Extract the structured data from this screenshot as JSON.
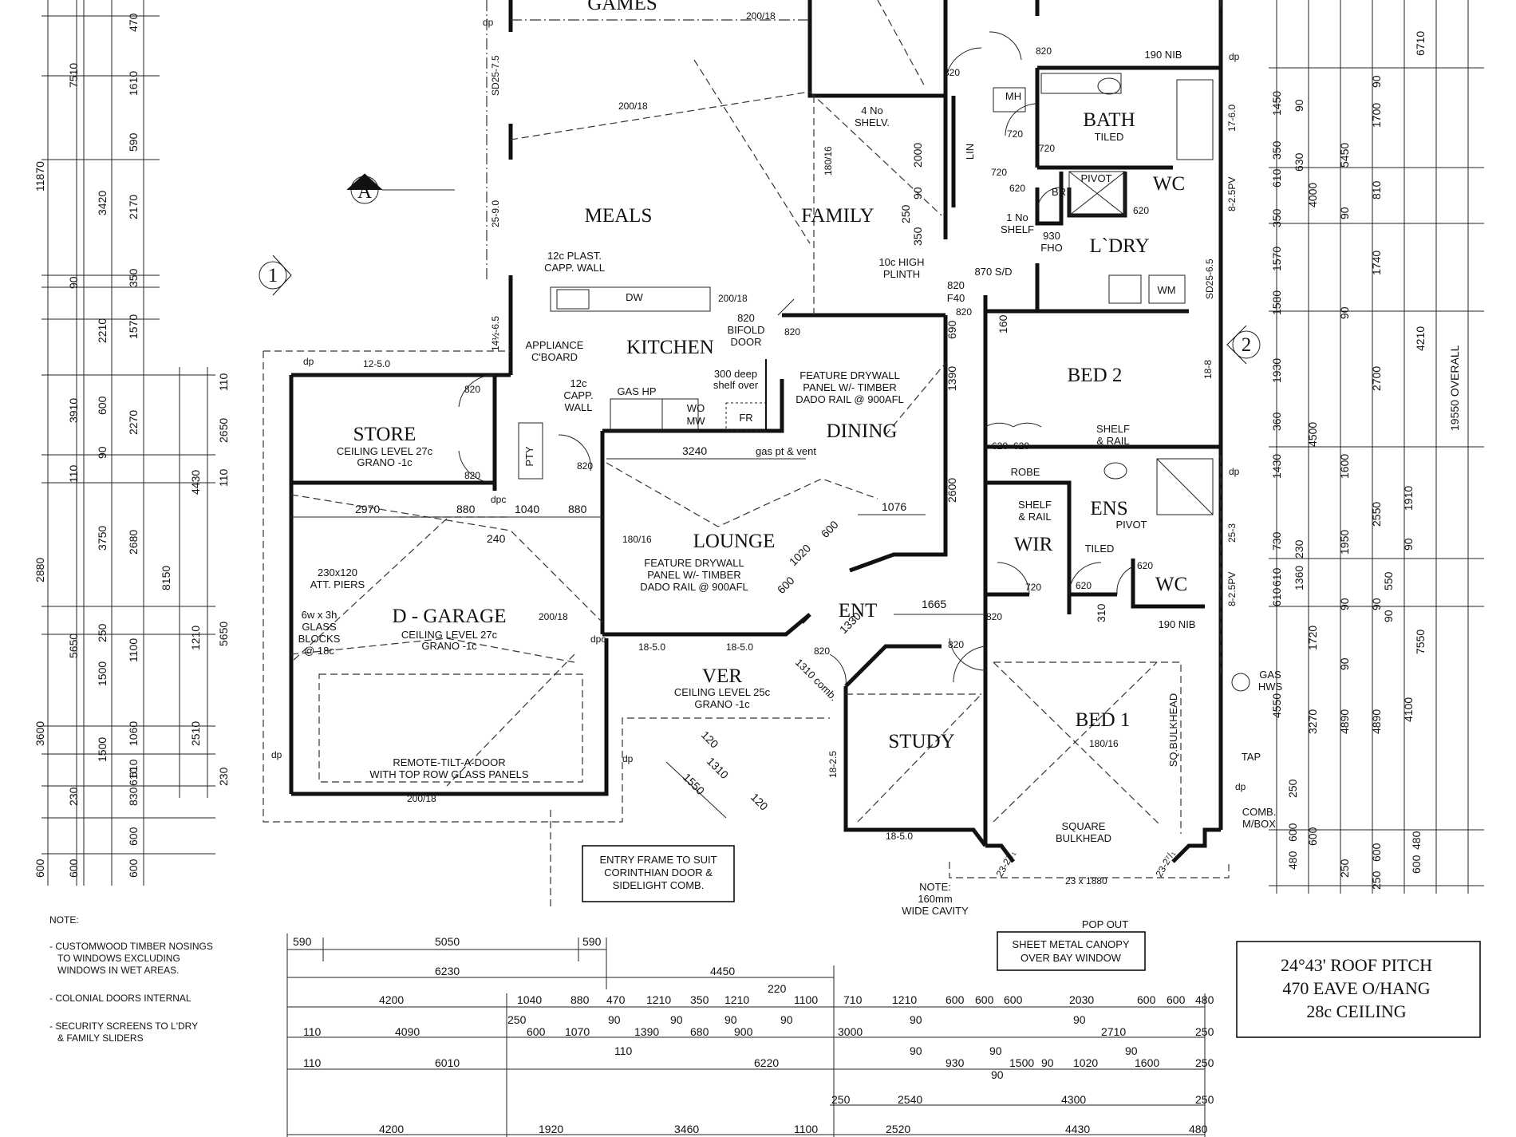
{
  "rooms": {
    "games": "GAMES",
    "meals": "MEALS",
    "family": "FAMILY",
    "kitchen": "KITCHEN",
    "dining": "DINING",
    "lounge": "LOUNGE",
    "store": "STORE",
    "garage": "D - GARAGE",
    "ver": "VER",
    "ent": "ENT",
    "study": "STUDY",
    "bed1": "BED 1",
    "bed2": "BED 2",
    "ens": "ENS",
    "wir": "WIR",
    "bath": "BATH",
    "wc1": "WC",
    "wc2": "WC",
    "ldry": "L`DRY"
  },
  "labels": {
    "store_ceiling": "CEILING LEVEL 27c",
    "store_grano": "GRANO -1c",
    "garage_ceiling": "CEILING LEVEL 27c",
    "garage_grano": "GRANO -1c",
    "ver_ceiling": "CEILING LEVEL 25c",
    "ver_grano": "GRANO -1c",
    "bath_tiled": "TILED",
    "ens_tiled": "TILED",
    "feature1_a": "FEATURE DRYWALL",
    "feature1_b": "PANEL W/- TIMBER",
    "feature1_c": "DADO RAIL @ 900AFL",
    "feature2_a": "FEATURE DRYWALL",
    "feature2_b": "PANEL W/- TIMBER",
    "feature2_c": "DADO RAIL @ 900AFL",
    "plast_a": "12c PLAST.",
    "plast_b": "CAPP. WALL",
    "appliance_a": "APPLIANCE",
    "appliance_b": "C'BOARD",
    "capp_a": "12c",
    "capp_b": "CAPP.",
    "capp_c": "WALL",
    "gas_hp": "GAS HP",
    "wo": "WO",
    "mw": "MW",
    "fr": "FR",
    "shelf_over_a": "300 deep",
    "shelf_over_b": "shelf over",
    "dw": "DW",
    "pty": "PTY",
    "bifold_a": "820",
    "bifold_b": "BIFOLD",
    "bifold_c": "DOOR",
    "gas_pt": "gas pt & vent",
    "mh": "MH",
    "lin": "LIN",
    "shelv_a": "4 No",
    "shelv_b": "SHELV.",
    "shelf1_a": "1 No",
    "shelf1_b": "SHELF",
    "fho_a": "930",
    "fho_b": "FHO",
    "plinth_a": "10c HIGH",
    "plinth_b": "PLINTH",
    "sd870": "870 S/D",
    "f40_a": "820",
    "f40_b": "F40",
    "br": "BR",
    "pivot1": "PIVOT",
    "pivot2": "PIVOT",
    "wm": "WM",
    "robe": "ROBE",
    "shelf_rail_a": "SHELF",
    "shelf_rail_b": "& RAIL",
    "shelf_rail2_a": "SHELF",
    "shelf_rail2_b": "& RAIL",
    "nib1": "190 NIB",
    "nib2": "190 NIB",
    "piers_a": "230x120",
    "piers_b": "ATT. PIERS",
    "glass_a": "6w x 3h",
    "glass_b": "GLASS",
    "glass_c": "BLOCKS",
    "glass_d": "@ 18c",
    "tilt_a": "REMOTE-TILT-A-DOOR",
    "tilt_b": "WITH TOP ROW GLASS PANELS",
    "gas_hws_a": "GAS",
    "gas_hws_b": "HWS",
    "tap": "TAP",
    "comb_a": "COMB.",
    "comb_b": "M/BOX",
    "sq_bulkhead": "SQ.BULKHEAD",
    "square_bulkhead_a": "SQUARE",
    "square_bulkhead_b": "BULKHEAD",
    "cavity_a": "NOTE:",
    "cavity_b": "160mm",
    "cavity_c": "WIDE CAVITY",
    "pop_out": "POP OUT",
    "comb_1310": "1310 comb.",
    "marker_a": "A",
    "marker_1": "1",
    "marker_2": "2"
  },
  "openings": {
    "dp": "dp",
    "dpc": "dpc",
    "w_200_18_a": "200/18",
    "w_200_18_b": "200/18",
    "w_200_18_c": "200/18",
    "w_200_18_d": "200/18",
    "w_200_18_e": "200/18",
    "w_180_16_a": "180/16",
    "w_180_16_b": "180/16",
    "w_180_16_c": "180/16",
    "w_12_50": "12-5.0",
    "w_18_50_a": "18-5.0",
    "w_18_50_b": "18-5.0",
    "w_18_50_c": "18-5.0",
    "sd25_75": "SD25-7.5",
    "w_25_90": "25-9.0",
    "w_14_65": "14½-6.5",
    "w_17_60": "17-6.0",
    "w_8_25pv_a": "8-2.5PV",
    "w_8_25pv_b": "8-2.5PV",
    "sd25_65": "SD25-6.5",
    "w_18_8": "18-8",
    "w_25_3": "25-3",
    "w_18_25": "18-2.5",
    "w_23_27_a": "23-2⁷/₁",
    "w_23_27_b": "23-2⁷/₁",
    "w_23_1880": "23 x 1880"
  },
  "doors": [
    "820",
    "820",
    "820",
    "820",
    "820",
    "820",
    "820",
    "820",
    "820",
    "820",
    "720",
    "720",
    "720",
    "720",
    "620",
    "620",
    "620",
    "620",
    "620",
    "620"
  ],
  "inner_dims": {
    "d3240": "3240",
    "d1076": "1076",
    "d2970": "2970",
    "d880a": "880",
    "d1040": "1040",
    "d880b": "880",
    "d240": "240",
    "d1665": "1665",
    "d1330": "1330",
    "d1020": "1020",
    "d600a": "600",
    "d600b": "600",
    "d1390": "1390",
    "d2600": "2600",
    "d690": "690",
    "d160": "160",
    "d2000": "2000",
    "d90": "90",
    "d250": "250",
    "d350": "350",
    "d310": "310",
    "d120a": "120",
    "d1310": "1310",
    "d1550": "1550",
    "d120b": "120"
  },
  "left_dims": [
    "11870",
    "7510",
    "3420",
    "590",
    "2170",
    "90",
    "2210",
    "3910",
    "2270",
    "600",
    "90",
    "110",
    "3750",
    "2880",
    "5650",
    "250",
    "1500",
    "1060",
    "1500",
    "3600",
    "610",
    "230",
    "600",
    "600",
    "470",
    "1610",
    "350",
    "1570",
    "2680",
    "8150",
    "4430",
    "1210",
    "2510",
    "1100",
    "610",
    "830",
    "600",
    "600",
    "110",
    "2650",
    "110",
    "5650",
    "230"
  ],
  "right_dims": [
    "1450",
    "90",
    "350",
    "610",
    "350",
    "1570",
    "4500",
    "1430",
    "1930",
    "360",
    "1580",
    "630",
    "5450",
    "4000",
    "1700",
    "90",
    "810",
    "90",
    "1740",
    "90",
    "2700",
    "7550",
    "4210",
    "6710",
    "19550 OVERALL",
    "1600",
    "1950",
    "2550",
    "1910",
    "90",
    "4550",
    "3270",
    "4890",
    "4890",
    "4100",
    "250",
    "600",
    "480",
    "250",
    "600",
    "250",
    "600",
    "480",
    "730",
    "610",
    "1720",
    "90",
    "90",
    "230",
    "1360",
    "600",
    "610",
    "550",
    "90",
    "90"
  ],
  "bottom_rows": {
    "row1": [
      "590",
      "5050",
      "590"
    ],
    "row2": [
      "6230",
      "4450"
    ],
    "row3": [
      "4200",
      "1040",
      "880",
      "470",
      "1210",
      "350",
      "1210",
      "220",
      "1100",
      "710",
      "1210",
      "600",
      "600",
      "600",
      "2030",
      "600",
      "600",
      "480"
    ],
    "row4": [
      "110",
      "4090",
      "250",
      "600",
      "1070",
      "90",
      "1390",
      "90",
      "680",
      "90",
      "900",
      "90",
      "3000",
      "90",
      "90",
      "2710",
      "250"
    ],
    "row5": [
      "110",
      "6010",
      "110",
      "6220",
      "90",
      "930",
      "90",
      "1500",
      "90",
      "1020",
      "90",
      "1600",
      "250",
      "90"
    ],
    "row6": [
      "250",
      "2540",
      "4300",
      "250"
    ],
    "row7": [
      "4200",
      "1920",
      "3460",
      "1100",
      "2520",
      "4430",
      "480"
    ]
  },
  "notes": {
    "title": "NOTE:",
    "n1_a": "- CUSTOMWOOD TIMBER NOSINGS",
    "n1_b": "TO WINDOWS EXCLUDING",
    "n1_c": "WINDOWS IN WET AREAS.",
    "n2": "- COLONIAL DOORS INTERNAL",
    "n3_a": "- SECURITY SCREENS TO L'DRY",
    "n3_b": "& FAMILY SLIDERS"
  },
  "boxes": {
    "entry_a": "ENTRY FRAME TO SUIT",
    "entry_b": "CORINTHIAN DOOR &",
    "entry_c": "SIDELIGHT COMB.",
    "canopy_a": "SHEET METAL CANOPY",
    "canopy_b": "OVER BAY WINDOW",
    "roof_a": "24°43' ROOF PITCH",
    "roof_b": "470 EAVE O/HANG",
    "roof_c": "28c CEILING"
  }
}
